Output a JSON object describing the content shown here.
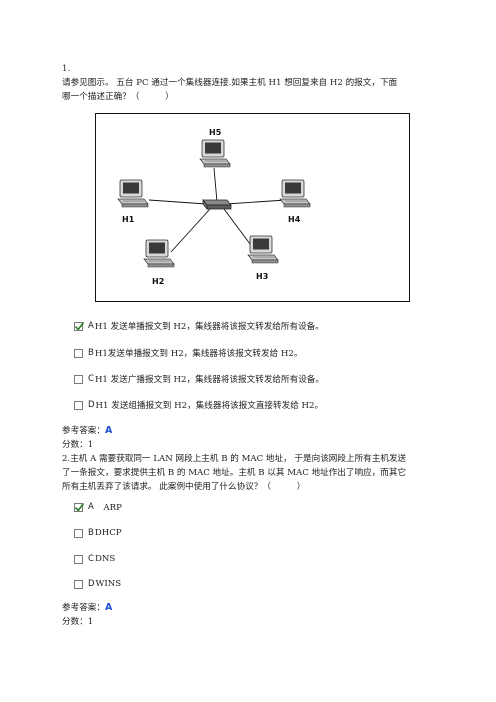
{
  "q1": {
    "number": "1.",
    "line1": "请参见图示。 五台 PC 通过一个集线器连接.如果主机 H1 想回复来自 H2 的报文，下面",
    "line2": "哪一个描述正确？（　　　）",
    "diagram": {
      "hosts": [
        "H5",
        "H1",
        "H4",
        "H2",
        "H3"
      ]
    },
    "options": [
      {
        "letter": "A",
        "text": "H1 发送单播报文到 H2，集线器将该报文转发给所有设备。",
        "checked": true
      },
      {
        "letter": "B",
        "text": "H1发送单播报文到 H2，集线器将该报文转发给 H2。",
        "checked": false
      },
      {
        "letter": "C",
        "text": "H1 发送广播报文到 H2，集线器将该报文转发给所有设备。",
        "checked": false
      },
      {
        "letter": "D",
        "text": "H1 发送组播报文到 H2，集线器将该报文直接转发给 H2。",
        "checked": false
      }
    ],
    "answer_label": "参考答案：",
    "answer_value": "A",
    "score_label": "分数：1"
  },
  "q2": {
    "line1": "2.主机 A 需要获取同一 LAN 网段上主机 B 的 MAC 地址， 于是向该网段上所有主机发送",
    "line2": "了一条报文，要求提供主机 B 的 MAC 地址。主机 B 以其 MAC 地址作出了响应，而其它",
    "line3": "所有主机丢弃了该请求。 此案例中使用了什么协议？（　　　）",
    "options": [
      {
        "letter": "A",
        "text": "　ARP",
        "checked": true
      },
      {
        "letter": "B",
        "text": "DHCP",
        "checked": false
      },
      {
        "letter": "C",
        "text": "DNS",
        "checked": false
      },
      {
        "letter": "D",
        "text": "WINS",
        "checked": false
      }
    ],
    "answer_label": "参考答案：",
    "answer_value": "A",
    "score_label": "分数：1"
  },
  "colors": {
    "answer": "#1f4fd6",
    "check": "#2a7a2a"
  }
}
